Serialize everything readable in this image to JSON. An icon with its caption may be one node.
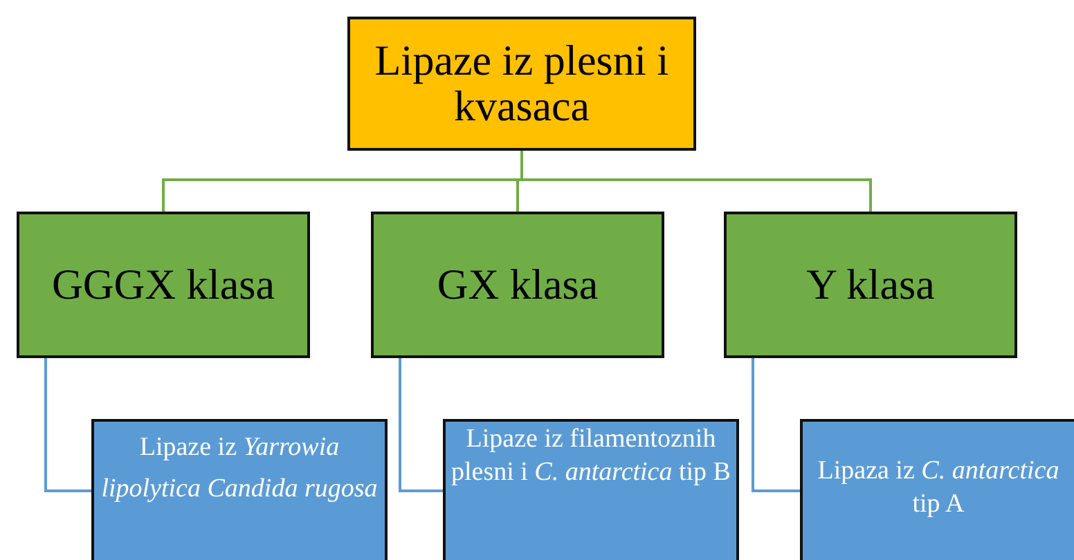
{
  "diagram": {
    "nodes": [
      {
        "text": [
          "Lipaze iz plesni i kvasaca"
        ]
      },
      {
        "text": [
          "GGGX klasa"
        ]
      },
      {
        "text": [
          "GX klasa"
        ]
      },
      {
        "text": [
          "Y klasa"
        ]
      },
      {
        "text": [
          "Lipaze iz *Yarrowia lipolytica* *Candida rugosa*"
        ]
      },
      {
        "text": [
          "Lipaze iz filamentoznih plesni i *C. antarctica* tip B"
        ]
      },
      {
        "text": [
          "Lipaza iz *C. antarctica* tip A"
        ]
      }
    ],
    "edges": [
      {
        "from": 0,
        "to": 1,
        "arrow": "none",
        "color": "#70ad47"
      },
      {
        "from": 0,
        "to": 2,
        "arrow": "none",
        "color": "#70ad47"
      },
      {
        "from": 0,
        "to": 3,
        "arrow": "none",
        "color": "#70ad47"
      },
      {
        "from": 1,
        "to": 4,
        "arrow": "none",
        "color": "#5b9bd5"
      },
      {
        "from": 2,
        "to": 5,
        "arrow": "none",
        "color": "#5b9bd5"
      },
      {
        "from": 3,
        "to": 6,
        "arrow": "none",
        "color": "#5b9bd5"
      }
    ]
  }
}
